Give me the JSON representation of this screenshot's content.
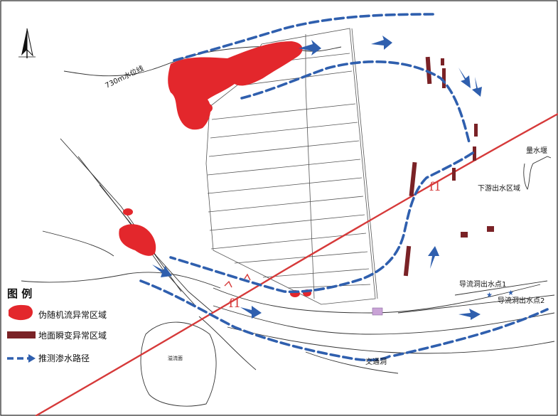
{
  "labels": {
    "level_730": "730m水位线",
    "tailwater": "下游出水区域",
    "gauge": "量水堰",
    "outflow1": "导流洞出水点1",
    "outflow2": "导流洞出水点2",
    "junction": "交通洞",
    "fault_f1_left": "f1",
    "fault_f1_right": "f1",
    "block": "溢流面"
  },
  "legend": {
    "title": "图 例",
    "items": [
      {
        "label": "伪随机流异常区域",
        "icon": "red-blob"
      },
      {
        "label": "地面瞬变异常区域",
        "icon": "brown-bar"
      },
      {
        "label": "推测渗水路径",
        "icon": "blue-dashed-arrow"
      }
    ]
  },
  "north_arrow": {
    "icon": "north-arrow-icon"
  },
  "colors": {
    "anomaly_red": "#e3272c",
    "transient_brown": "#7a2226",
    "seepage_blue": "#2f5fae",
    "fault_red": "#d63a3a"
  }
}
